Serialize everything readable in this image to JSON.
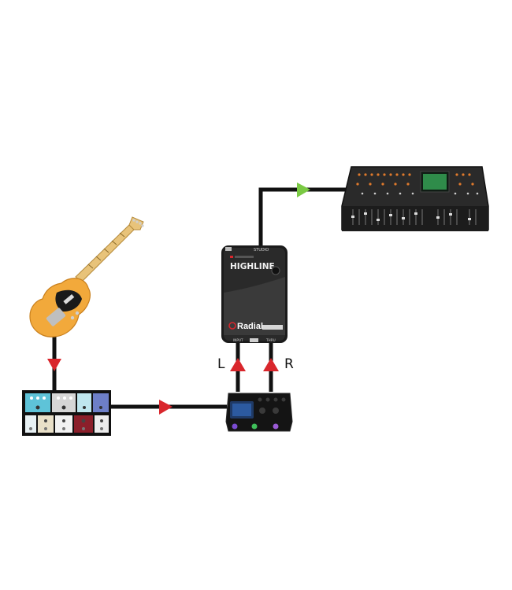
{
  "diagram": {
    "type": "signal-flow",
    "nodes": [
      {
        "id": "guitar",
        "label": "",
        "kind": "electric-guitar"
      },
      {
        "id": "pedalboard",
        "label": "",
        "kind": "pedalboard"
      },
      {
        "id": "multi-effects",
        "label": "",
        "kind": "multi-effects-floor-unit"
      },
      {
        "id": "di-box",
        "label": "",
        "kind": "direct-box"
      },
      {
        "id": "mixer",
        "label": "",
        "kind": "digital-mixing-console"
      }
    ],
    "edges": [
      {
        "from": "guitar",
        "to": "pedalboard",
        "arrow_color": "#d9262c"
      },
      {
        "from": "pedalboard",
        "to": "multi-effects",
        "arrow_color": "#d9262c"
      },
      {
        "from": "multi-effects",
        "to": "di-box",
        "channel": "L",
        "arrow_color": "#d9262c"
      },
      {
        "from": "multi-effects",
        "to": "di-box",
        "channel": "R",
        "arrow_color": "#d9262c"
      },
      {
        "from": "di-box",
        "to": "mixer",
        "arrow_color": "#7ac943"
      }
    ]
  },
  "di_box": {
    "brand_top": "STUDIO",
    "model": "HIGHLINE",
    "logo": "Radial",
    "port_input": "INPUT",
    "port_thru": "THRU"
  },
  "labels": {
    "left_channel": "L",
    "right_channel": "R"
  },
  "colors": {
    "cable": "#111111",
    "arrow_red": "#d9262c",
    "arrow_green": "#7ac943",
    "guitar_body": "#f2a93b"
  }
}
